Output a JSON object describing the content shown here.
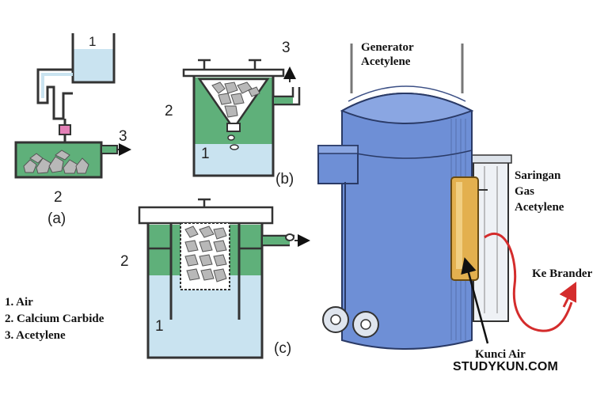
{
  "diagrams": {
    "a": {
      "caption": "(a)",
      "num_water": "1",
      "num_carbide": "2",
      "num_gas": "3"
    },
    "b": {
      "caption": "(b)",
      "num_water": "1",
      "num_carbide": "2",
      "num_gas": "3"
    },
    "c": {
      "caption": "(c)",
      "num_water": "1",
      "num_carbide": "2"
    }
  },
  "legend": [
    "1. Air",
    "2. Calcium Carbide",
    "3. Acetylene"
  ],
  "photo_labels": {
    "generator_line1": "Generator",
    "generator_line2": "Acetylene",
    "filter_line1": "Saringan",
    "filter_line2": "Gas",
    "filter_line3": "Acetylene",
    "outlet": "Ke Brander",
    "water_lock": "Kunci Air"
  },
  "watermark": "STUDYKUN.COM",
  "colors": {
    "water": "#c9e3f0",
    "carbide_bed": "#5fb07a",
    "generator_body": "#6e8fd6",
    "water_lock": "#e3b04f",
    "hose": "#d42c2c"
  }
}
